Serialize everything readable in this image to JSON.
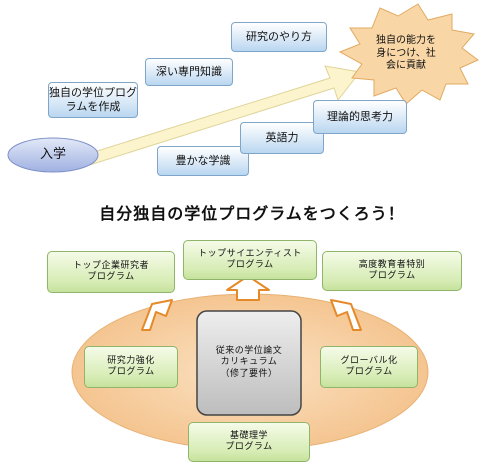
{
  "top": {
    "entry": "入学",
    "goal": "独自の能力を\n身につけ、社\n会に貢献",
    "upper_steps": [
      "独自の学位プログ\nラムを作成",
      "深い専門知識",
      "研究のやり方"
    ],
    "lower_steps": [
      "豊かな学識",
      "英語力",
      "理論的思考力"
    ]
  },
  "heading": "自分独自の学位プログラムをつくろう！",
  "bottom": {
    "top_programs": [
      "トップ企業研究者\nプログラム",
      "トップサイエンティスト\nプログラム",
      "高度教育者特別\nプログラム"
    ],
    "core": "従来の学位論文\nカリキュラム\n（修了要件）",
    "left": "研究力強化\nプログラム",
    "right": "グローバル化\nプログラム",
    "bottom": "基礎理学\nプログラム"
  },
  "colors": {
    "arrow_fill": "#fbf4cc",
    "ellipse_fill": "#f7cf9f",
    "burst_fill": "#f8d6a6",
    "blue_box": "#cfe3f5",
    "green_box": "#d6ecb4",
    "core_box": "#d0d0d0",
    "entry_oval": "#b7c5ea"
  }
}
